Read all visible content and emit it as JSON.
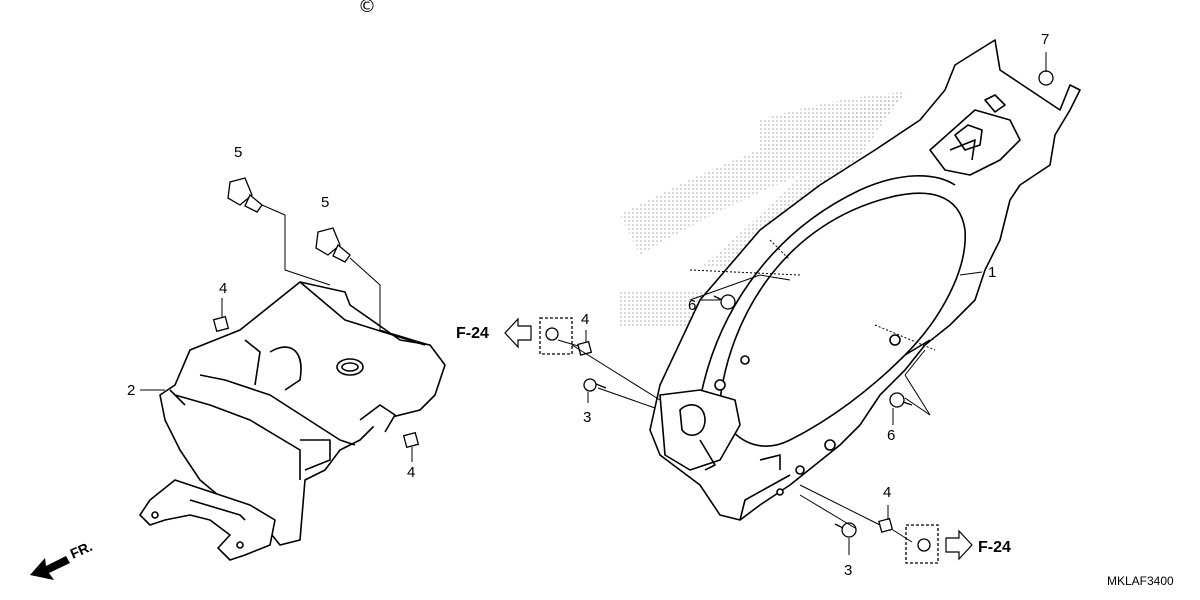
{
  "watermark": {
    "copyright_symbol": "©"
  },
  "callouts": {
    "c1": "1",
    "c2": "2",
    "c3a": "3",
    "c3b": "3",
    "c4a": "4",
    "c4b": "4",
    "c4c": "4",
    "c4d": "4",
    "c5a": "5",
    "c5b": "5",
    "c6a": "6",
    "c6b": "6",
    "c7": "7"
  },
  "references": {
    "left": "F-24",
    "right": "F-24"
  },
  "direction_label": "FR.",
  "diagram_code": "MKLAF3400"
}
